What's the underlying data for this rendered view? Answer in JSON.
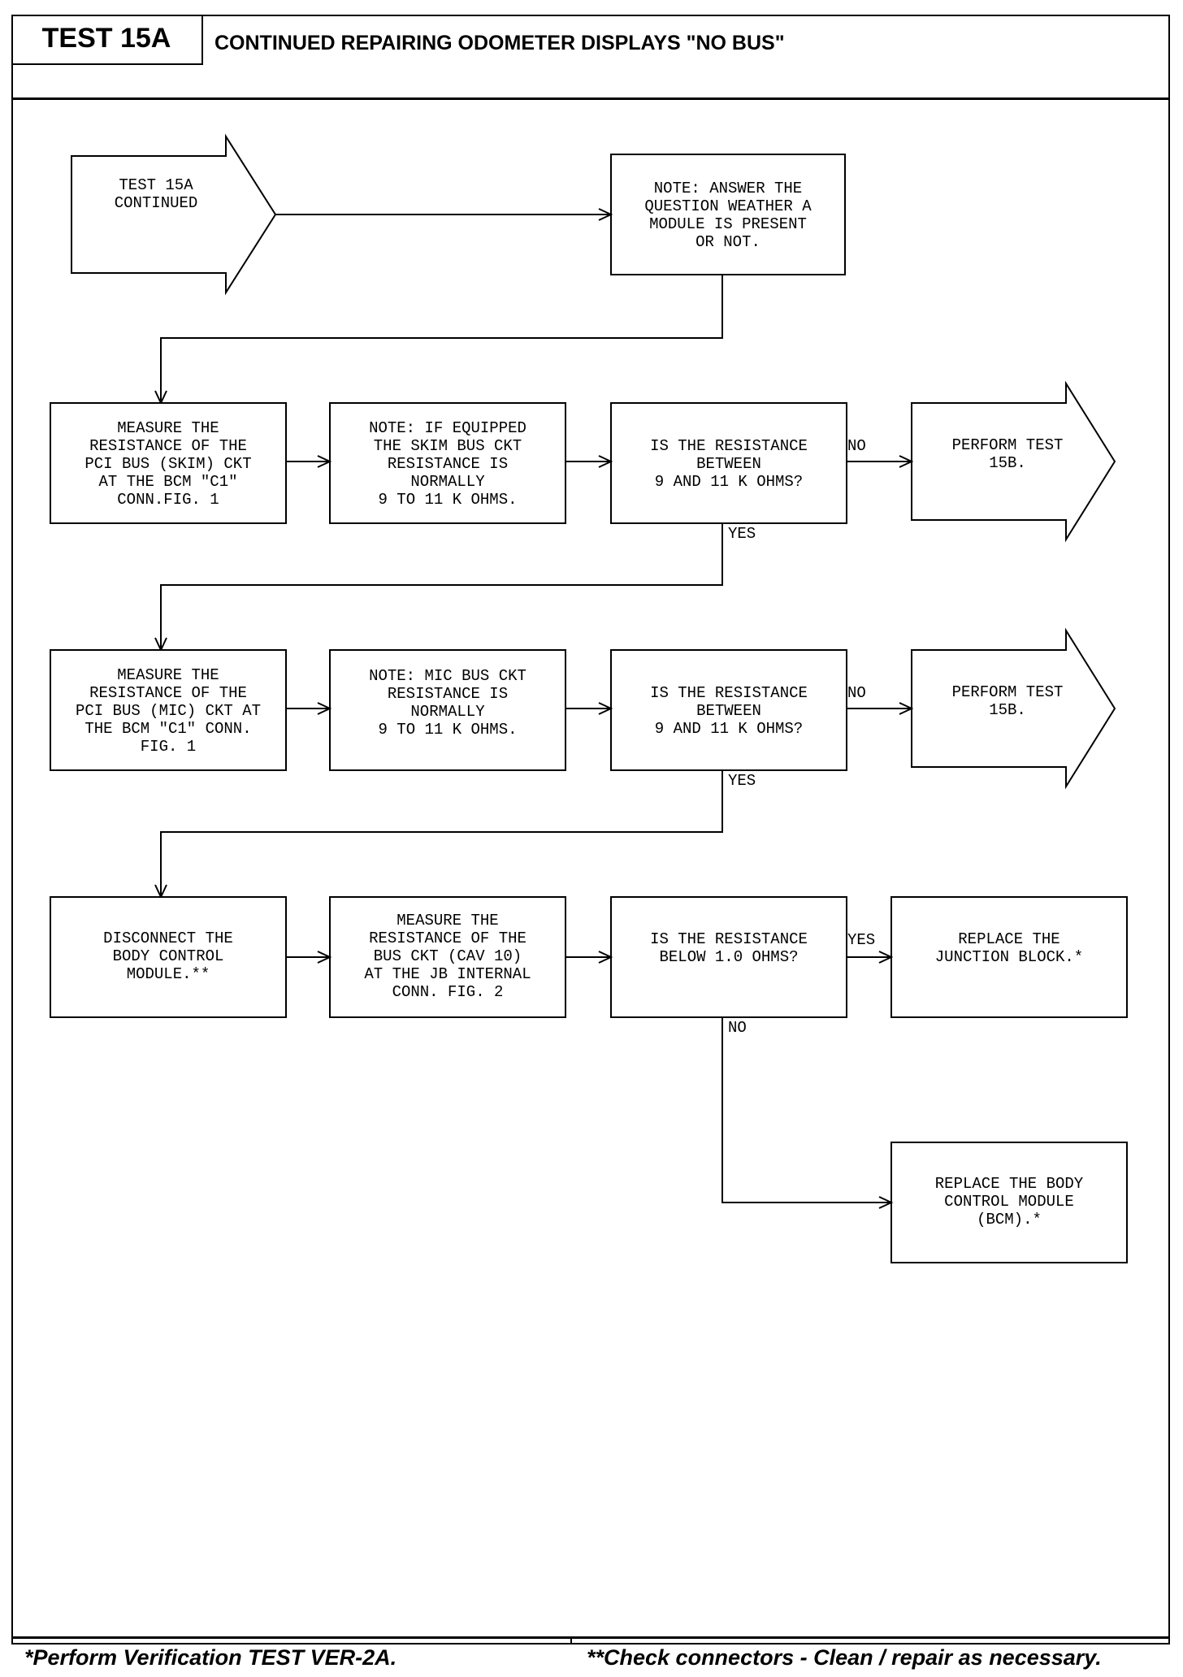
{
  "header": {
    "test_label": "TEST 15A",
    "title": "CONTINUED REPAIRING ODOMETER DISPLAYS \"NO BUS\""
  },
  "flow": {
    "start_arrow": [
      "TEST 15A",
      "CONTINUED"
    ],
    "note_module": [
      "NOTE: ANSWER THE",
      "QUESTION WEATHER A",
      "MODULE IS PRESENT",
      "OR NOT."
    ],
    "row1": {
      "measure": [
        "MEASURE THE",
        "RESISTANCE OF THE",
        "PCI BUS (SKIM) CKT",
        "AT THE BCM \"C1\"",
        "CONN.FIG. 1"
      ],
      "note": [
        "NOTE: IF EQUIPPED",
        "THE SKIM BUS CKT",
        "RESISTANCE IS",
        "NORMALLY",
        "9 TO 11 K OHMS."
      ],
      "question": [
        "IS THE RESISTANCE",
        "BETWEEN",
        "9 AND 11 K OHMS?"
      ],
      "no_label": "NO",
      "yes_label": "YES",
      "result": [
        "PERFORM TEST",
        "15B."
      ]
    },
    "row2": {
      "measure": [
        "MEASURE THE",
        "RESISTANCE OF THE",
        "PCI BUS (MIC) CKT AT",
        "THE BCM \"C1\" CONN.",
        "FIG. 1"
      ],
      "note": [
        "NOTE: MIC BUS CKT",
        "RESISTANCE IS",
        "NORMALLY",
        "9 TO 11 K OHMS."
      ],
      "question": [
        "IS THE RESISTANCE",
        "BETWEEN",
        "9 AND 11 K OHMS?"
      ],
      "no_label": "NO",
      "yes_label": "YES",
      "result": [
        "PERFORM TEST",
        "15B."
      ]
    },
    "row3": {
      "disconnect": [
        "DISCONNECT THE",
        "BODY CONTROL",
        "MODULE.**"
      ],
      "measure": [
        "MEASURE THE",
        "RESISTANCE OF THE",
        "BUS CKT (CAV 10)",
        "AT THE JB INTERNAL",
        "CONN. FIG. 2"
      ],
      "question": [
        "IS THE RESISTANCE",
        "BELOW 1.0 OHMS?"
      ],
      "yes_label": "YES",
      "no_label": "NO",
      "result_yes": [
        "REPLACE THE",
        "JUNCTION BLOCK.*"
      ],
      "result_no": [
        "REPLACE THE BODY",
        "CONTROL MODULE",
        "(BCM).*"
      ]
    }
  },
  "footer": {
    "left": "*Perform Verification TEST VER-2A.",
    "right": "**Check connectors - Clean / repair as necessary."
  }
}
